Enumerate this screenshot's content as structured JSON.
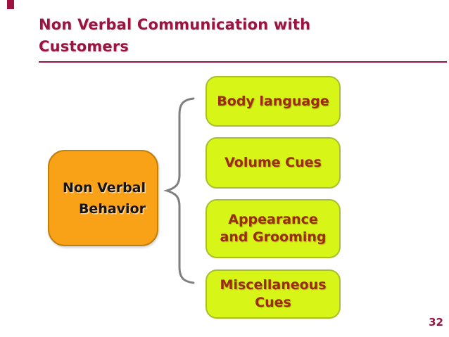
{
  "slide": {
    "title": {
      "line1": "Non Verbal Communication with",
      "line2": "Customers"
    },
    "page_number": "32"
  },
  "diagram": {
    "source_box": {
      "line1": "Non Verbal",
      "line2": "Behavior"
    },
    "brace_icon": "left-curly-brace",
    "branches": [
      {
        "label": "Body language"
      },
      {
        "label": "Volume Cues"
      },
      {
        "label": "Appearance\nand Grooming"
      },
      {
        "label": "Miscellaneous\nCues"
      }
    ]
  },
  "colors": {
    "title_accent": "#9b1340",
    "orange_box_fill": "#f9a217",
    "orange_box_border": "#c17f0b",
    "orange_box_text": "#141414",
    "green_box_fill": "#d7f516",
    "green_box_border": "#a9bf2e",
    "green_box_text": "#9b2b12",
    "brace": "#7f7f7f",
    "background": "#ffffff"
  }
}
